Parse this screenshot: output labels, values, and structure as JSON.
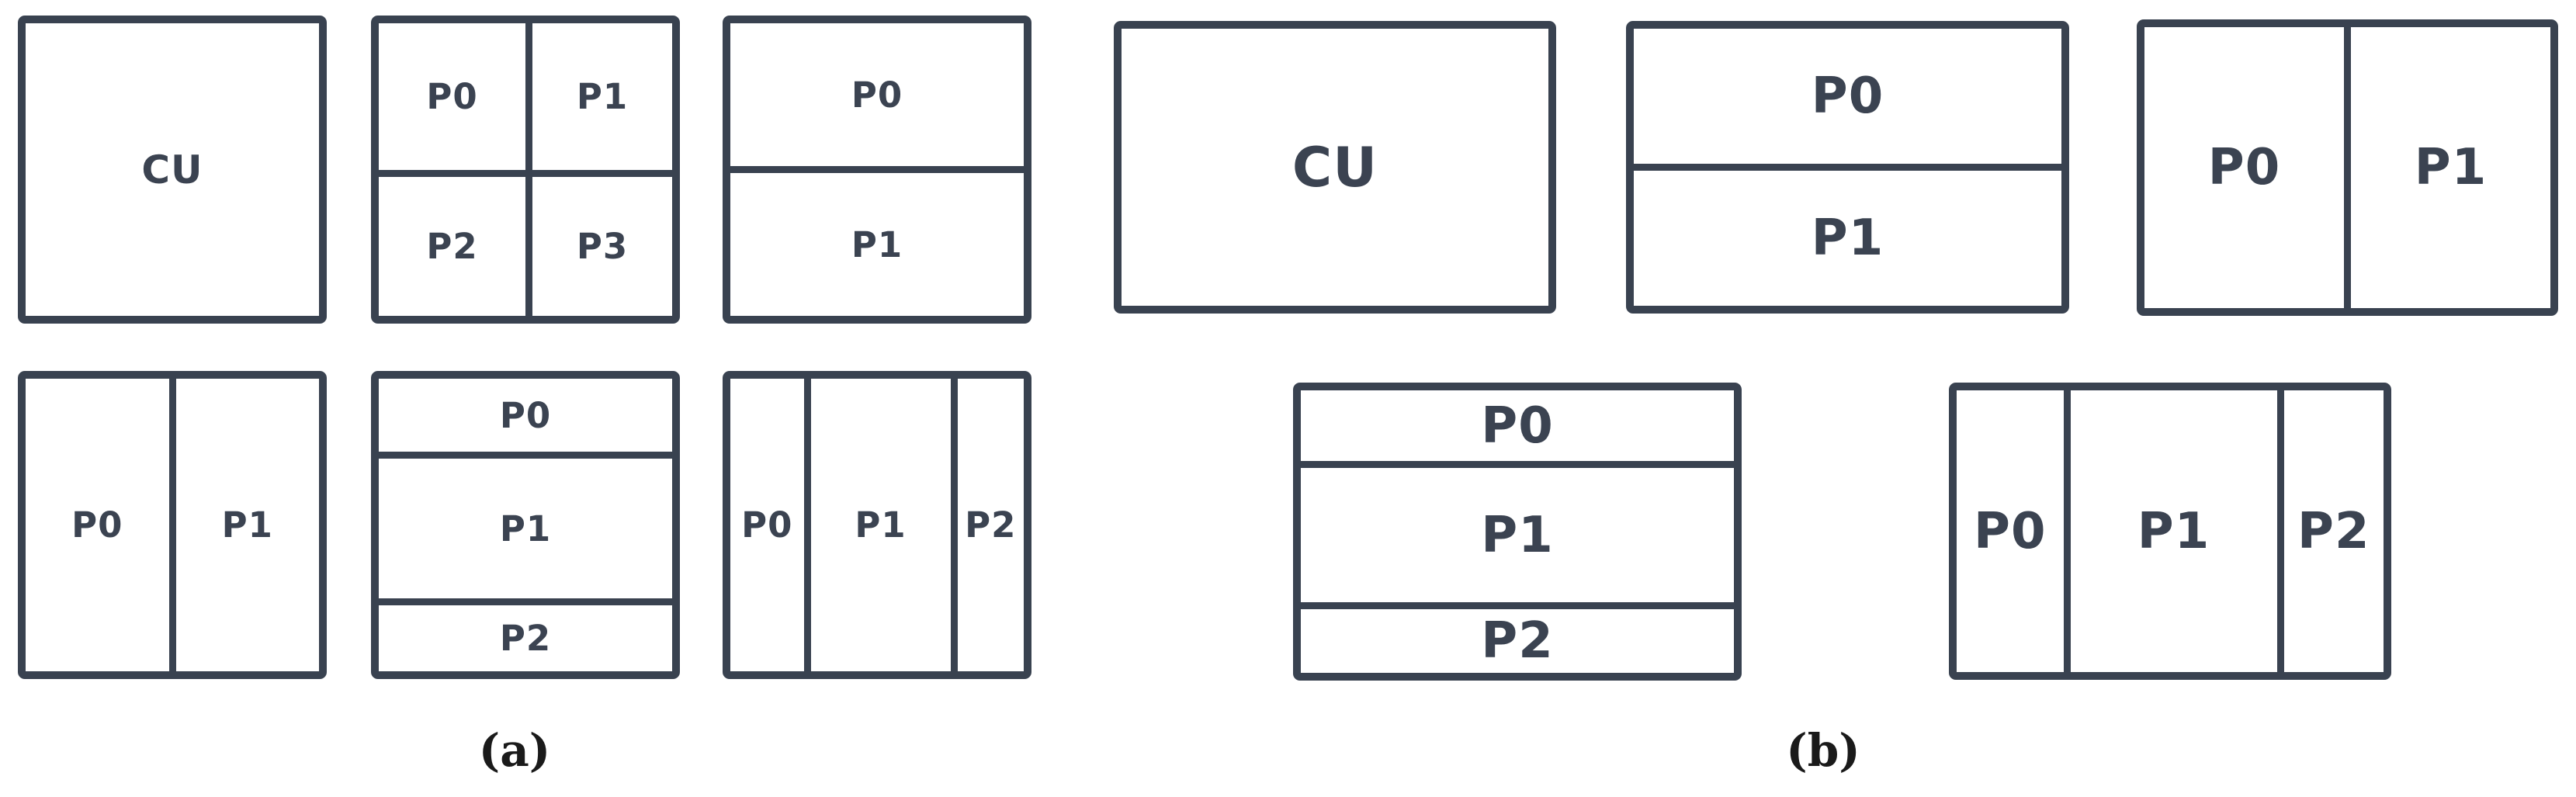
{
  "figure": {
    "colors": {
      "ink": "#394250",
      "label": "#3b4351",
      "caption": "#1a1a1a",
      "background": "#ffffff"
    },
    "group_a": {
      "caption": "(a)",
      "boxes": [
        {
          "id": "cu",
          "cells": [
            "CU"
          ]
        },
        {
          "id": "quad-split",
          "cells": [
            "P0",
            "P1",
            "P2",
            "P3"
          ]
        },
        {
          "id": "horizontal-halves",
          "cells": [
            "P0",
            "P1"
          ]
        },
        {
          "id": "vertical-halves",
          "cells": [
            "P0",
            "P1"
          ]
        },
        {
          "id": "horizontal-thirds",
          "cells": [
            "P0",
            "P1",
            "P2"
          ]
        },
        {
          "id": "vertical-thirds",
          "cells": [
            "P0",
            "P1",
            "P2"
          ]
        }
      ]
    },
    "group_b": {
      "caption": "(b)",
      "boxes": [
        {
          "id": "cu",
          "cells": [
            "CU"
          ]
        },
        {
          "id": "horizontal-halves",
          "cells": [
            "P0",
            "P1"
          ]
        },
        {
          "id": "vertical-halves",
          "cells": [
            "P0",
            "P1"
          ]
        },
        {
          "id": "horizontal-thirds",
          "cells": [
            "P0",
            "P1",
            "P2"
          ]
        },
        {
          "id": "vertical-thirds",
          "cells": [
            "P0",
            "P1",
            "P2"
          ]
        }
      ]
    }
  }
}
